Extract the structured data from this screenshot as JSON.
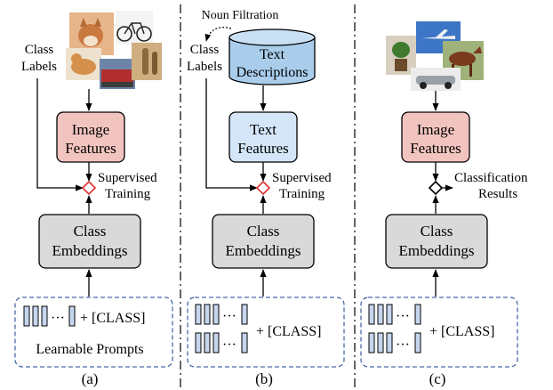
{
  "panel_a": {
    "class_labels_line1": "Class",
    "class_labels_line2": "Labels",
    "image_features_line1": "Image",
    "image_features_line2": "Features",
    "supervised_line1": "Supervised",
    "supervised_line2": "Training",
    "class_embeddings_line1": "Class",
    "class_embeddings_line2": "Embeddings",
    "ellipsis": "···",
    "plus_class": "+ [CLASS]",
    "learnable_prompts": "Learnable Prompts",
    "caption": "(a)"
  },
  "panel_b": {
    "noun_filtration": "Noun Filtration",
    "class_labels_line1": "Class",
    "class_labels_line2": "Labels",
    "text_descriptions_line1": "Text",
    "text_descriptions_line2": "Descriptions",
    "text_features_line1": "Text",
    "text_features_line2": "Features",
    "supervised_line1": "Supervised",
    "supervised_line2": "Training",
    "class_embeddings_line1": "Class",
    "class_embeddings_line2": "Embeddings",
    "ellipsis": "···",
    "plus_class": "+ [CLASS]",
    "caption": "(b)"
  },
  "panel_c": {
    "image_features_line1": "Image",
    "image_features_line2": "Features",
    "classification_line1": "Classification",
    "classification_line2": "Results",
    "class_embeddings_line1": "Class",
    "class_embeddings_line2": "Embeddings",
    "ellipsis": "···",
    "plus_class": "+ [CLASS]",
    "caption": "(c)"
  },
  "colors": {
    "image_features_fill": "#f2c4c0",
    "text_features_fill": "#d4e6f8",
    "class_embeddings_fill": "#d9d9d9",
    "cylinder_fill": "#a9cdeb",
    "prompt_bar_fill": "#c7d6ef",
    "supervised_diamond": "#e03030",
    "dashed_border": "#4a6aa8"
  },
  "icons": {
    "panel_a_images": [
      "dog-photo",
      "bicycle-photo",
      "cat-photo",
      "train-photo",
      "bottle-photo"
    ],
    "panel_c_images": [
      "plant-photo",
      "airplane-photo",
      "horse-photo",
      "car-photo"
    ]
  }
}
